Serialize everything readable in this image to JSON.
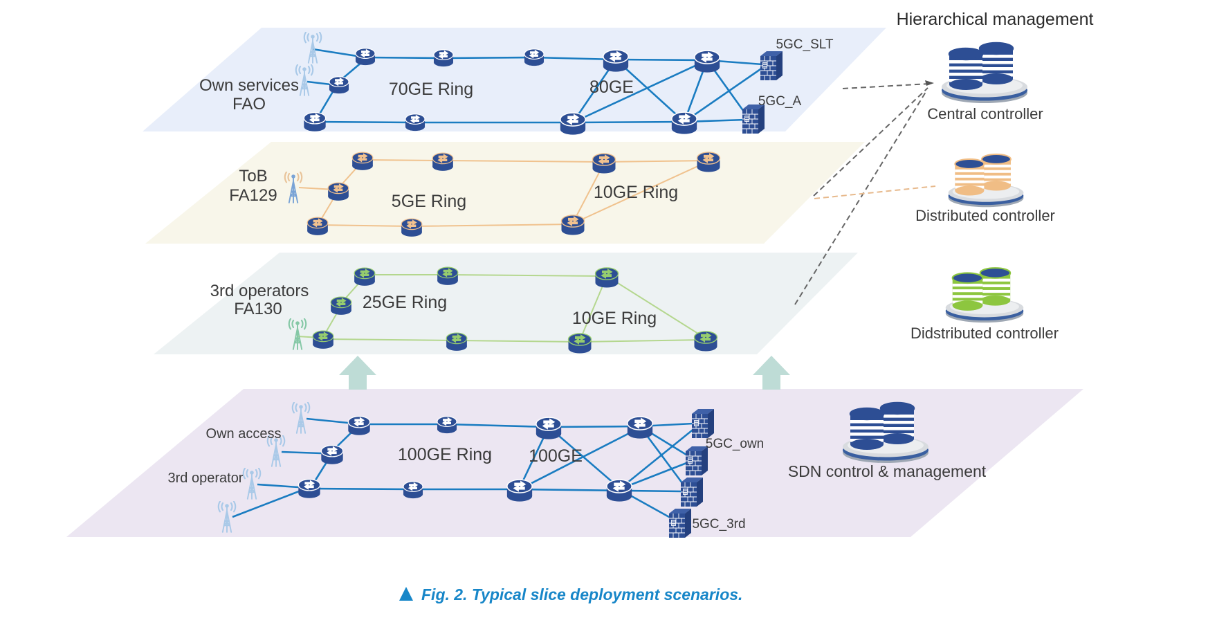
{
  "header": {
    "title": "Hierarchical management"
  },
  "controllers": {
    "central": "Central controller",
    "distributed": "Distributed controller",
    "didstributed": "Didstributed controller"
  },
  "slices": {
    "fao": {
      "name1": "Own services",
      "name2": "FAO",
      "ring": "70GE Ring",
      "link": "80GE",
      "core1": "5GC_SLT",
      "core2": "5GC_A"
    },
    "tob": {
      "name1": "ToB",
      "name2": "FA129",
      "ring1": "5GE Ring",
      "ring2": "10GE Ring"
    },
    "op3": {
      "name1": "3rd operators",
      "name2": "FA130",
      "ring1": "25GE Ring",
      "ring2": "10GE Ring"
    }
  },
  "physical": {
    "access1": "Own access",
    "access2": "3rd operator",
    "ring": "100GE Ring",
    "link": "100GE",
    "core1": "5GC_own",
    "core2": "5GC_3rd",
    "sdn": "SDN control & management"
  },
  "caption": {
    "text": "Fig. 2. Typical slice deployment scenarios."
  },
  "colors": {
    "layer_fao": "#e8eefa",
    "layer_tob": "#f8f6ea",
    "layer_op3": "#edf2f3",
    "layer_physical": "#ece6f2",
    "link_blue": "#1a7cc1",
    "link_orange": "#f0c28e",
    "link_green": "#b4d78e",
    "caption_blue": "#1786c8",
    "arrow_teal": "#bedcd6"
  }
}
